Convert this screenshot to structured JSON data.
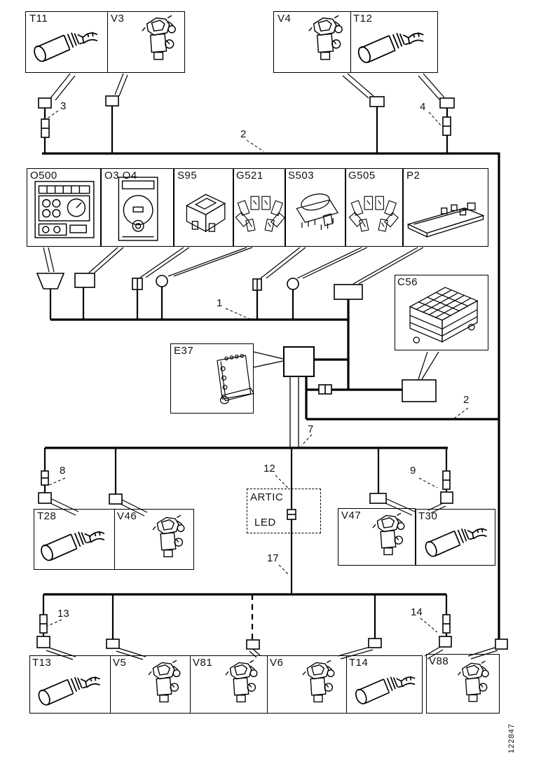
{
  "figure": {
    "number": "122847"
  },
  "components": {
    "t11": "T11",
    "v3": "V3",
    "v4": "V4",
    "t12": "T12",
    "o500": "O500",
    "o3o4": "O3 O4",
    "s95": "S95",
    "g521": "G521",
    "s503": "S503",
    "g505": "G505",
    "p2": "P2",
    "c56": "C56",
    "e37": "E37",
    "t28": "T28",
    "v46": "V46",
    "v47": "V47",
    "t30": "T30",
    "t13": "T13",
    "v5": "V5",
    "v81": "V81",
    "v6": "V6",
    "t14": "T14",
    "v88": "V88"
  },
  "wires": {
    "w1": "1",
    "w2": "2",
    "w3": "3",
    "w4": "4",
    "w7": "7",
    "w8": "8",
    "w9": "9",
    "w12": "12",
    "w13": "13",
    "w14": "14",
    "w17": "17"
  },
  "artic": {
    "line1": "ARTIC",
    "line2": "LED"
  }
}
